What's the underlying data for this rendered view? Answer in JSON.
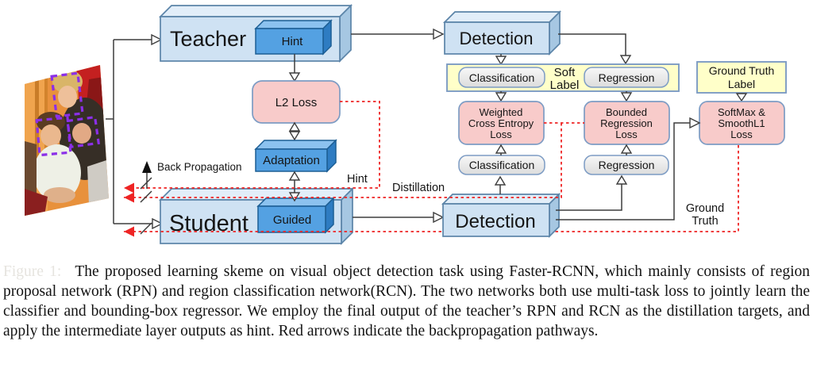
{
  "colors": {
    "box-fill": "#cfe2f3",
    "box-top": "#e2eef9",
    "box-side": "#a6c7e2",
    "box-border": "#5b84a8",
    "inner-fill": "#54a1e2",
    "inner-top": "#8cc2ef",
    "inner-side": "#2e7cc2",
    "inner-border": "#1c5e94",
    "pink-fill": "#f8cbca",
    "pink-border": "#7d9cc4",
    "yellow-fill": "#ffffc9",
    "gray-fill": "#ececec",
    "line": "#3d3d3d",
    "red": "#ee2424",
    "purple": "#8b2fe8"
  },
  "diagram": {
    "teacher": "Teacher",
    "hint_box": "Hint",
    "detection_teacher": "Detection",
    "detection_student": "Detection",
    "l2_loss": "L2 Loss",
    "adaptation": "Adaptation",
    "student": "Student",
    "guided_box": "Guided",
    "soft_label": [
      "Soft",
      "Label"
    ],
    "soft_classification": "Classification",
    "soft_regression": "Regression",
    "ground_truth_label": [
      "Ground Truth",
      "Label"
    ],
    "weighted_loss": [
      "Weighted",
      "Cross Entropy",
      "Loss"
    ],
    "bounded_loss": [
      "Bounded",
      "Regression",
      "Loss"
    ],
    "softmax_loss": [
      "SoftMax &",
      "SmoothL1",
      "Loss"
    ],
    "student_classification": "Classification",
    "student_regression": "Regression",
    "back_propagation": "Back Propagation",
    "hint_label": "Hint",
    "distillation_label": "Distillation",
    "ground_truth": [
      "Ground",
      "Truth"
    ]
  },
  "caption": {
    "label": "Figure 1:",
    "body": "The proposed learning skeme on visual object detection task using Faster-RCNN, which mainly consists of region proposal network (RPN) and region classification network(RCN). The two networks both use multi-task loss to jointly learn the classifier and bounding-box regressor. We employ the final output of the teacher’s RPN and RCN as the distillation targets, and apply the intermediate layer outputs as hint. Red arrows indicate the backpropagation pathways."
  }
}
